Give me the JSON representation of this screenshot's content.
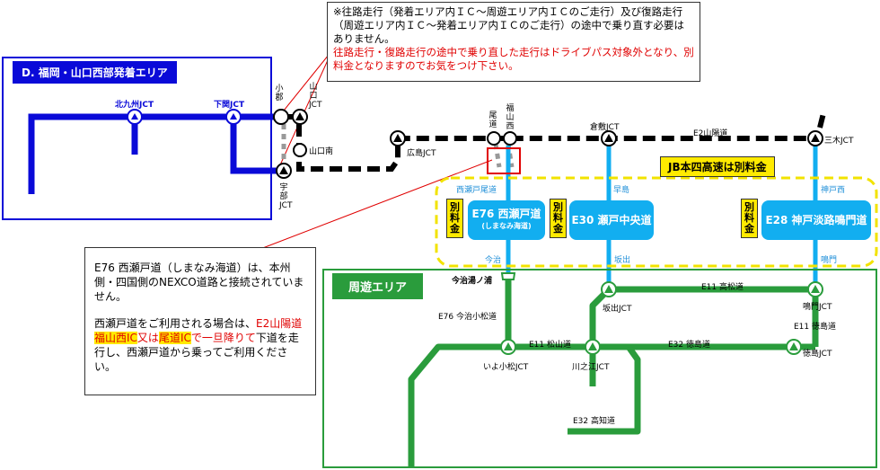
{
  "notes": {
    "top_black": "※往路走行（発着エリア内ＩＣ～周遊エリア内ＩＣのご走行）及び復路走行（周遊エリア内ＩＣ～発着エリア内ＩＣのご走行）の途中で乗り直す必要はありません。",
    "top_red": "往路走行・復路走行の途中で乗り直した走行はドライブパス対象外となり、別料金となりますのでお気をつけ下さい。",
    "left_p1": "E76 西瀬戸道（しまなみ海道）は、本州側・四国側のNEXCO道路と接続されていません。",
    "left_p2_a": "西瀬戸道をご利用される場合は、",
    "left_p2_b": "E2山陽道",
    "left_p2_c": "福山西IC",
    "left_p2_d": "又は",
    "left_p2_e": "尾道IC",
    "left_p2_f": "で一旦降りて",
    "left_p2_g": "下道を走行し、西瀬戸道から乗ってご利用ください。"
  },
  "departure_area": {
    "title": "D. 福岡・山口西部発着エリア",
    "kitakyushu": "北九州JCT",
    "shimonoseki": "下関JCT"
  },
  "junctions": {
    "ogori": "小郡",
    "yamaguchi": "山口JCT",
    "yamaguchi_minami": "山口南",
    "ube": "宇部JCT",
    "hiroshima": "広島JCT",
    "onomichi": "尾道",
    "fukuyama_nishi": "福山西",
    "kurashiki": "倉敷JCT",
    "miki": "三木JCT"
  },
  "routes": {
    "e2": "E2山陽道",
    "jb_notice": "JB本四高速は別料金",
    "extra_fee": "別料金"
  },
  "honshi": [
    {
      "name": "E76 西瀬戸道",
      "sub": "(しまなみ海道)",
      "top": "西瀬戸尾道",
      "bottom": "今治"
    },
    {
      "name": "E30 瀬戸中央道",
      "sub": "",
      "top": "早島",
      "bottom": "坂出"
    },
    {
      "name": "E28 神戸淡路鳴門道",
      "sub": "",
      "top": "神戸西",
      "bottom": "鳴門"
    }
  ],
  "tour_area": {
    "title": "周遊エリア",
    "imabari_yunoura": "今治湯ノ浦",
    "e76_imabari_komatsu": "E76 今治小松道",
    "iyo_komatsu": "いよ小松JCT",
    "e11_matsuyama": "E11 松山道",
    "kawanoe": "川之江JCT",
    "e32_tokushima": "E32 徳島道",
    "sakaide": "坂出JCT",
    "e11_takamatsu": "E11 高松道",
    "naruto": "鳴門JCT",
    "e11_tokushima": "E11 徳島道",
    "tokushima": "徳島JCT",
    "e32_kochi": "E32 高知道"
  },
  "colors": {
    "blue_route": "#0a0ad8",
    "honshi_blue": "#12aef0",
    "green": "#2a9c3c",
    "red": "#e00000",
    "yellow": "#ffea00"
  }
}
